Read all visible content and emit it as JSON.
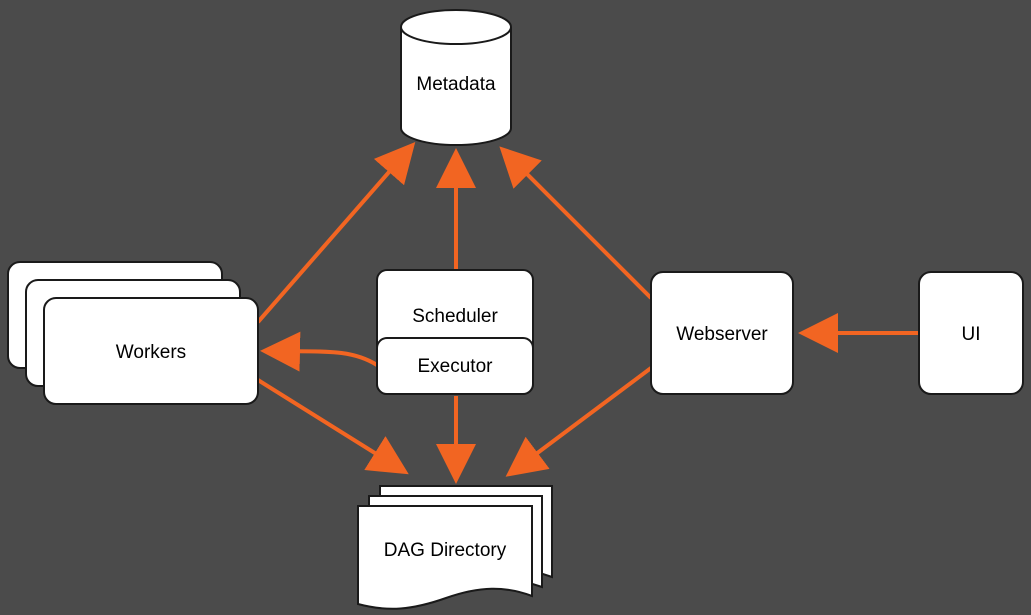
{
  "colors": {
    "background": "#4b4b4b",
    "node_fill": "#ffffff",
    "node_stroke": "#1a1a1a",
    "arrow": "#f26522"
  },
  "nodes": {
    "metadata": {
      "label": "Metadata",
      "shape": "database-cylinder"
    },
    "workers": {
      "label": "Workers",
      "shape": "stacked-rectangles"
    },
    "scheduler": {
      "label": "Scheduler"
    },
    "executor": {
      "label": "Executor"
    },
    "webserver": {
      "label": "Webserver"
    },
    "ui": {
      "label": "UI"
    },
    "dag_directory": {
      "label": "DAG Directory",
      "shape": "stacked-documents"
    }
  },
  "edges": [
    {
      "from": "workers",
      "to": "metadata"
    },
    {
      "from": "scheduler",
      "to": "metadata"
    },
    {
      "from": "webserver",
      "to": "metadata"
    },
    {
      "from": "executor",
      "to": "workers"
    },
    {
      "from": "ui",
      "to": "webserver"
    },
    {
      "from": "workers",
      "to": "dag_directory"
    },
    {
      "from": "executor",
      "to": "dag_directory"
    },
    {
      "from": "webserver",
      "to": "dag_directory"
    }
  ]
}
